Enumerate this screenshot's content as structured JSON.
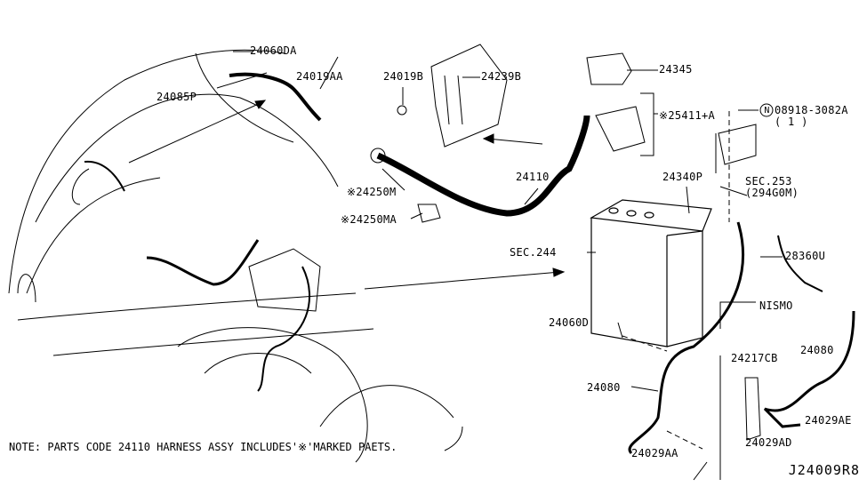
{
  "diagram": {
    "labels": {
      "p24060DA": "24060DA",
      "p24019AA": "24019AA",
      "p24085P": "24085P",
      "p24019B": "24019B",
      "p24239B": "24239B",
      "p24345": "24345",
      "p25411A": "※25411+A",
      "p08918": "08918-3082A",
      "p08918_qty": "( 1 )",
      "n_symbol": "N",
      "sec253": "SEC.253",
      "sec253_sub": "(294G0M)",
      "p24110": "24110",
      "p24250M": "※24250M",
      "p24250MA": "※24250MA",
      "p24340P": "24340P",
      "sec244": "SEC.244",
      "p28360U": "28360U",
      "nismo": "NISMO",
      "p24060D": "24060D",
      "p24080_main": "24080",
      "p24080_nismo": "24080",
      "p24217CB": "24217CB",
      "p24029AE": "24029AE",
      "p24029AD": "24029AD",
      "p24029AA": "24029AA"
    },
    "note": "NOTE: PARTS CODE  24110  HARNESS ASSY INCLUDES'※'MARKED PAETS.",
    "diagram_code": "J24009R8"
  }
}
